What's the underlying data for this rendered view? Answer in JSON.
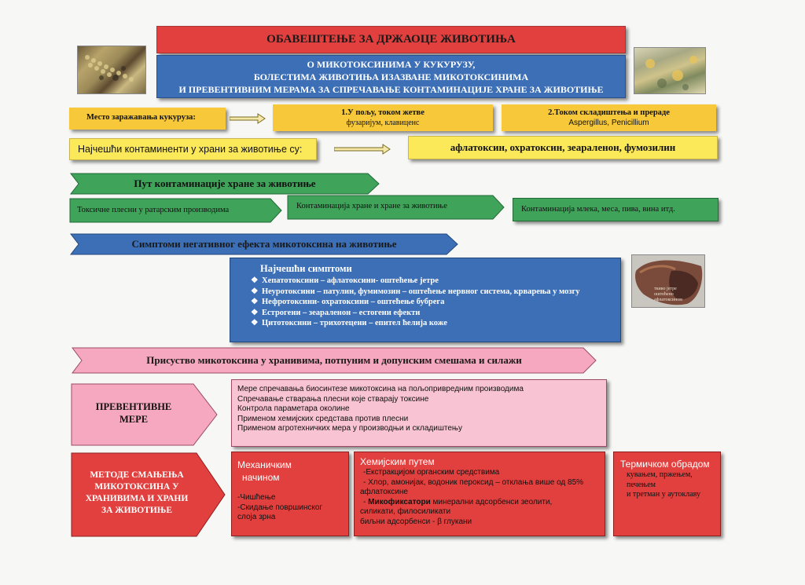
{
  "header": {
    "title": "ОБАВЕШТЕЊЕ ЗА ДРЖАОЦЕ ЖИВОТИЊА",
    "subtitle_lines": [
      "О МИКОТОКСИНИМА У КУКУРУЗУ,",
      "БОЛЕСТИМА ЖИВОТИЊА  ИЗАЗВАНЕ МИКОТОКСИНИМА",
      "И ПРЕВЕНТИВНИМ МЕРАМА ЗА СПРЕЧАВАЊЕ КОНТАМИНАЦИЈЕ ХРАНЕ ЗА ЖИВОТИЊЕ"
    ]
  },
  "infection": {
    "label": "Место заражавања кукуруза:",
    "field_title": "1.У пољу,  током жетве",
    "field_sub": "фузаријум, клавиценс",
    "storage_title": "2.Током складиштења и прераде",
    "storage_sub": "Aspergillus, Penicillium"
  },
  "contaminants": {
    "label": "Најчешћи контаминенти у храни за животиње су:",
    "value": "афлатоксин, охратоксин, зеараленон, фумозилин"
  },
  "pathway": {
    "title": "Пут контаминације хране за животиње",
    "steps": [
      "Токсичне плесни у ратарским производима",
      "Контаминација хране и хране за животиње",
      "Контаминација млека, меса, пива, вина итд."
    ]
  },
  "symptoms": {
    "title": "Симптоми негативног ефекта микотоксина на животиње",
    "box_title": "Најчешћи симптоми",
    "bullet": "❖",
    "items": [
      "Хепатотоксини – афлатоксини- оштећење јетре",
      "Неуротоксини – патулин, фумимозин – оштећење нервног система, крварења у мозгу",
      "Нефротоксини- охратоксини – оштећење бубрега",
      "Естрогени – зеараленон – естогени ефекти",
      "Цитотоксини – трихотецени – епител ћелија коже"
    ],
    "photo_caption": [
      "ткиво јетре",
      "оштећено",
      "афлатоксином"
    ]
  },
  "presence": {
    "title": "Присуство микотоксина у хранивима, потпуним и допунским смешама и силажи"
  },
  "prevention": {
    "label_lines": [
      "ПРЕВЕНТИВНЕ",
      "МЕРЕ"
    ],
    "items": [
      "Мере спречавања биосинтезе микотоксина на пољопривредним производима",
      "Спречавање стварања плесни које стварају токсине",
      "Контрола параметара околине",
      "Применом хемијских средстава против плесни",
      "Применом агротехничких мера у производњи и складиштењу"
    ]
  },
  "methods": {
    "label_lines": [
      "МЕТОДЕ СМАЊЕЊА",
      "МИКОТОКСИНА У",
      "ХРАНИВИМА И ХРАНИ",
      "ЗА ЖИВОТИЊЕ"
    ],
    "mechanical_title_lines": [
      "Механичким",
      "начином"
    ],
    "mechanical_items": [
      "-Чишћење",
      "-Скидање површинског",
      "слоја зрна"
    ],
    "chemical_title": "Хемијским путем",
    "chemical_lines": [
      "-Екстракцијом органским средствима",
      "- Хлор, амонијак, водоник пероксид – отклања   више од 85%",
      "афлатоксине"
    ],
    "chemical_bold": "Микофиксатори",
    "chemical_bold_rest": " минерални адсорбенси зеолити,",
    "chemical_more": [
      "силикати, филосиликати",
      "биљни адсорбенси - β  глукани"
    ],
    "thermal_title": "Термичком обрадом",
    "thermal_lines": [
      "кувањем, пржењем,",
      "печењем",
      "и третман у аутоклаву"
    ]
  },
  "colors": {
    "red": "#e2403e",
    "blue": "#3c6fb6",
    "yellow": "#f7c93a",
    "green": "#3fa35a",
    "pink": "#f5a8c0"
  }
}
